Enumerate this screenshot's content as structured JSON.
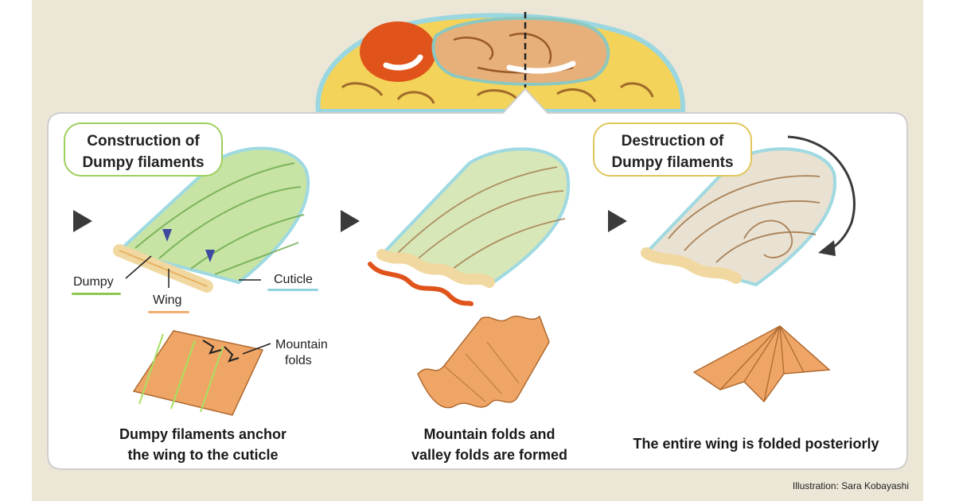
{
  "panels": {
    "construction_title_line1": "Construction of",
    "construction_title_line2": "Dumpy filaments",
    "destruction_title_line1": "Destruction of",
    "destruction_title_line2": "Dumpy filaments"
  },
  "labels": {
    "dumpy": "Dumpy",
    "wing": "Wing",
    "cuticle": "Cuticle",
    "mountain_line1": "Mountain",
    "mountain_line2": "folds"
  },
  "captions": {
    "c1_line1": "Dumpy filaments anchor",
    "c1_line2": "the wing to the cuticle",
    "c2_line1": "Mountain folds and",
    "c2_line2": "valley folds are formed",
    "c3_line1": "The entire wing is folded posteriorly"
  },
  "credit": "Illustration: Sara Kobayashi",
  "colors": {
    "dumpy_green": "#8cc84b",
    "wing_orange": "#f0b070",
    "cuticle_blue": "#8fd3dc",
    "protein_red": "#e0541c",
    "box_green_border": "#9ccf5c",
    "box_yellow_border": "#e0c65a"
  },
  "icons": [
    "play-arrow-icon",
    "curved-arrow-icon"
  ]
}
